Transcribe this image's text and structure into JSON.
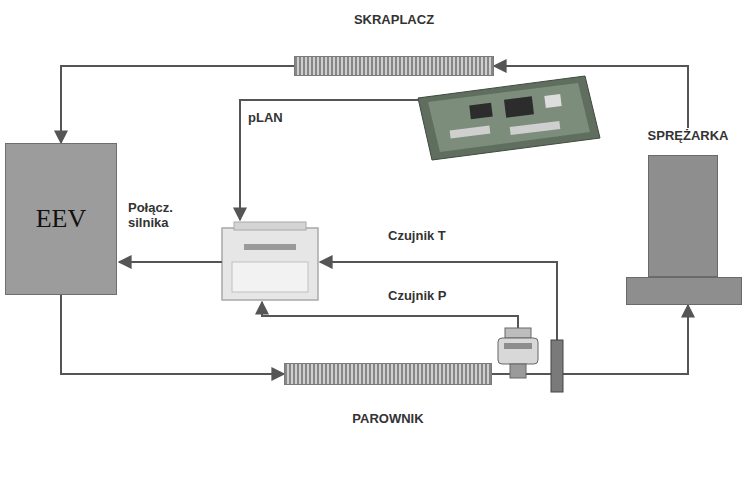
{
  "diagram": {
    "nodes": [
      {
        "text": [
          "SKRAPLACZ"
        ]
      },
      {
        "text": [
          "EEV"
        ]
      },
      {
        "text": [
          "SPRĘŻARKA"
        ]
      },
      {
        "text": [
          "PAROWNIK"
        ]
      }
    ],
    "edges": [
      {
        "from": 0,
        "to": 1,
        "arrow": "to"
      },
      {
        "from": 1,
        "to": 3,
        "arrow": "to"
      },
      {
        "from": 3,
        "to": 2,
        "arrow": "to"
      },
      {
        "from": 2,
        "to": 0,
        "arrow": "to"
      }
    ],
    "labels": [
      "pLAN",
      "Połącz. silnika",
      "Czujnik T",
      "Czujnik P"
    ]
  }
}
